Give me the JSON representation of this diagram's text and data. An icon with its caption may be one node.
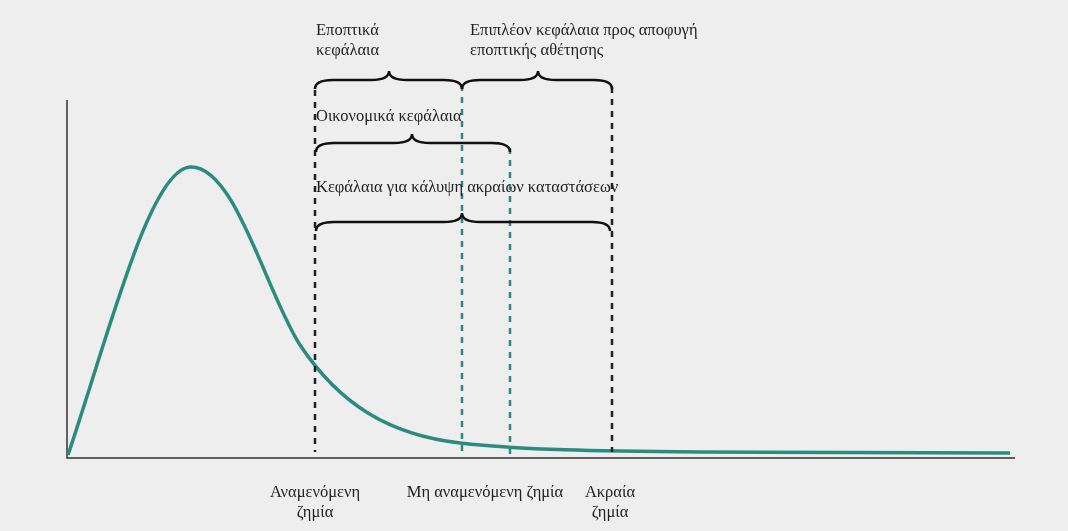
{
  "diagram": {
    "labels": [
      "Εποπτικά κεφάλαια",
      "Επιπλέον κεφάλαια προς αποφυγή εποπτικής αθέτησης",
      "Οικονομικά κεφάλαια",
      "Κεφάλαια για κάλυψη ακραίων καταστάσεων",
      "Αναμενόμενη ζημία",
      "Μη αναμενόμενη ζημία",
      "Ακραία ζημία"
    ]
  }
}
